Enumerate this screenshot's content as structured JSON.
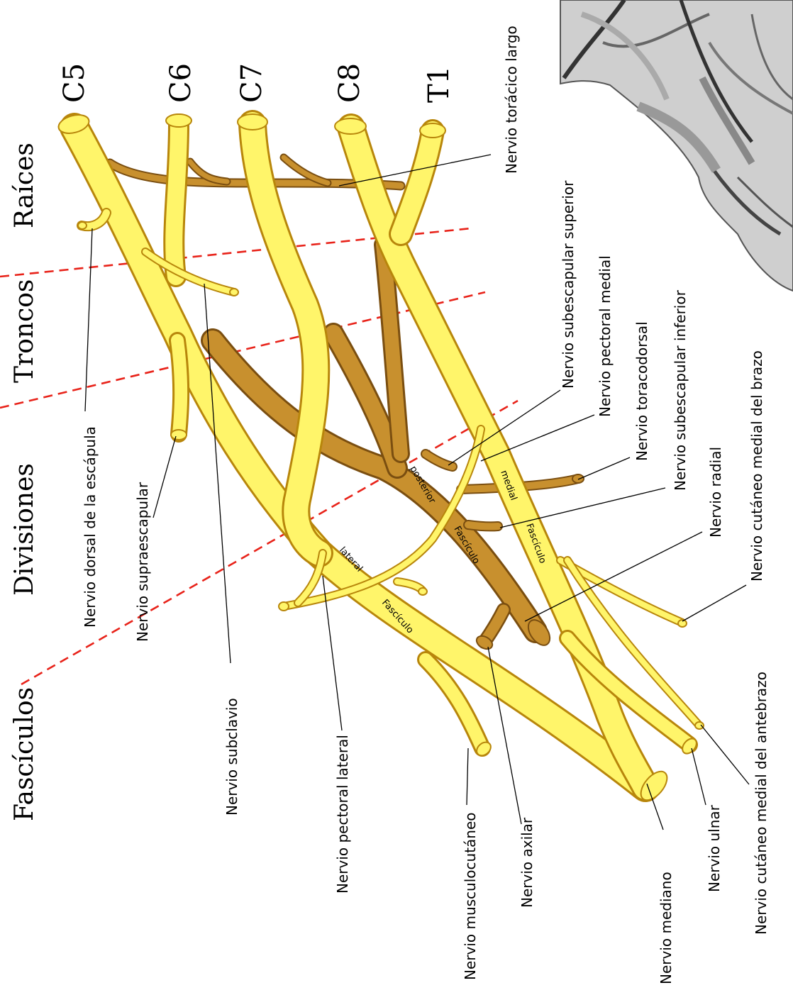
{
  "roots": [
    "C5",
    "C6",
    "C7",
    "C8",
    "T1"
  ],
  "zones": [
    "Raíces",
    "Troncos",
    "Divisiones",
    "Fascículos"
  ],
  "nerves": {
    "toracico_largo": "Nervio torácico largo",
    "subescapular_superior": "Nervio subescapular superior",
    "pectoral_medial": "Nervio pectoral medial",
    "toracodorsal": "Nervio toracodorsal",
    "subescapular_inferior": "Nervio subescapular inferior",
    "radial": "Nervio radial",
    "cutaneo_medial_brazo": "Nervio cutáneo medial del brazo",
    "cutaneo_medial_antebrazo": "Nervio cutáneo medial del antebrazo",
    "ulnar": "Nervio ulnar",
    "mediano": "Nervio mediano",
    "axilar": "Nervio axilar",
    "musculocutaneo": "Nervio musculocutáneo",
    "pectoral_lateral": "Nervio pectoral lateral",
    "subclavio": "Nervio subclavio",
    "supraescapular": "Nervio supraescapular",
    "dorsal_escapula": "Nervio dorsal de la escápula"
  },
  "cords": {
    "posterior_word": "Fascículo",
    "posterior_label": "posterior",
    "medial_word": "Fascículo",
    "medial_label": "medial",
    "lateral_word": "Fascículo",
    "lateral_label": "lateral"
  },
  "colors": {
    "nerve_yellow": "#fff56a",
    "nerve_outline": "#b8860b",
    "posterior_brown": "#c8902e",
    "zone_divider": "#e8231a"
  }
}
